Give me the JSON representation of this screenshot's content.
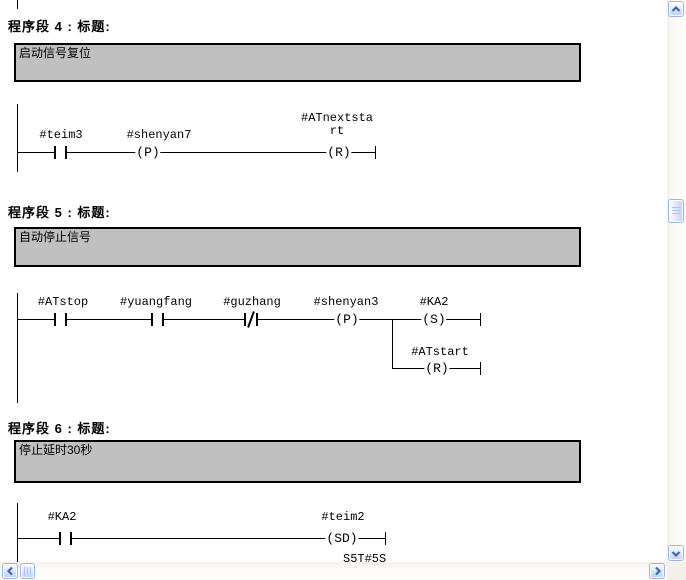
{
  "networks": [
    {
      "heading": "程序段 4 : 标题:",
      "comment": "启动信号复位",
      "labels": {
        "contact1": "#teim3",
        "p": "#shenyan7",
        "r_line1": "#ATnextsta",
        "r_line2": "rt"
      },
      "symbols": {
        "p": "(P)",
        "r": "(R)"
      }
    },
    {
      "heading": "程序段 5 : 标题:",
      "comment": "自动停止信号",
      "labels": {
        "contact1": "#ATstop",
        "contact2": "#yuangfang",
        "contact3": "#guzhang",
        "p": "#shenyan3",
        "s": "#KA2",
        "r": "#ATstart"
      },
      "symbols": {
        "p": "(P)",
        "s": "(S)",
        "r": "(R)"
      }
    },
    {
      "heading": "程序段 6 : 标题:",
      "comment": "停止延时30秒",
      "labels": {
        "contact1": "#KA2",
        "sd": "#teim2",
        "time": "S5T#5S"
      },
      "symbols": {
        "sd": "(SD)"
      }
    }
  ],
  "scrollbar": {
    "vertical": {
      "up_icon": "chevron-up-icon",
      "down_icon": "chevron-down-icon"
    },
    "horizontal": {
      "left_icon": "chevron-left-icon",
      "right_icon": "chevron-right-icon"
    }
  },
  "colors": {
    "comment_box_bg": "#c0c0c0",
    "comment_box_border": "#000000",
    "wire": "#000000",
    "scroll_button_face": "#cfdffc",
    "scroll_button_border": "#9ab4e4",
    "scroll_arrow": "#4466a3",
    "scroll_track": "#f3f1ea"
  }
}
